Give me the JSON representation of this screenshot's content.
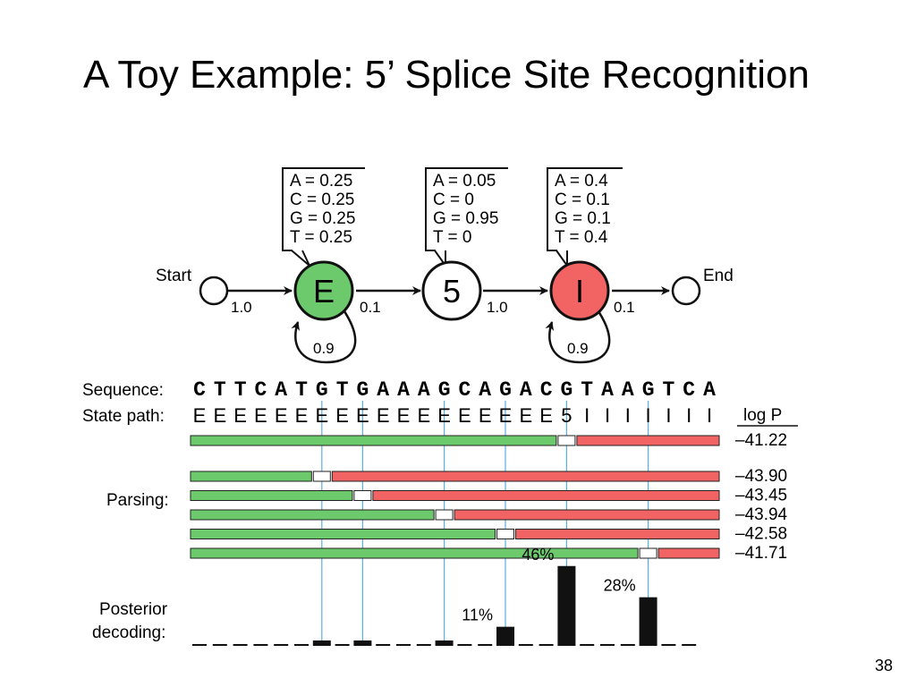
{
  "slide": {
    "title": "A Toy Example: 5’ Splice Site Recognition",
    "page_number": "38"
  },
  "colors": {
    "exon": "#6cc96c",
    "intron": "#f26464",
    "guide": "#5aaee6",
    "ink": "#111111"
  },
  "model": {
    "start_label": "Start",
    "end_label": "End",
    "states": [
      {
        "id": "E",
        "label": "E",
        "fill": "#6cc96c",
        "emissions": [
          "A = 0.25",
          "C = 0.25",
          "G = 0.25",
          "T = 0.25"
        ]
      },
      {
        "id": "5",
        "label": "5",
        "fill": "#ffffff",
        "emissions": [
          "A = 0.05",
          "C = 0",
          "G = 0.95",
          "T = 0"
        ]
      },
      {
        "id": "I",
        "label": "I",
        "fill": "#f26464",
        "emissions": [
          "A = 0.4",
          "C = 0.1",
          "G = 0.1",
          "T = 0.4"
        ]
      }
    ],
    "transitions": {
      "start_to_E": "1.0",
      "E_to_5": "0.1",
      "5_to_I": "1.0",
      "I_to_end": "0.1",
      "E_self": "0.9",
      "I_self": "0.9"
    }
  },
  "sequence": {
    "label": "Sequence:",
    "bases": [
      "C",
      "T",
      "T",
      "C",
      "A",
      "T",
      "G",
      "T",
      "G",
      "A",
      "A",
      "A",
      "G",
      "C",
      "A",
      "G",
      "A",
      "C",
      "G",
      "T",
      "A",
      "A",
      "G",
      "T",
      "C",
      "A"
    ]
  },
  "state_path": {
    "label": "State path:",
    "states": [
      "E",
      "E",
      "E",
      "E",
      "E",
      "E",
      "E",
      "E",
      "E",
      "E",
      "E",
      "E",
      "E",
      "E",
      "E",
      "E",
      "E",
      "E",
      "5",
      "I",
      "I",
      "I",
      "I",
      "I",
      "I",
      "I"
    ]
  },
  "parsing": {
    "label": "Parsing:",
    "logp_header": "log P",
    "best": {
      "split_index": 18,
      "logp": "–41.22"
    },
    "alternatives": [
      {
        "split_index": 6,
        "logp": "–43.90"
      },
      {
        "split_index": 8,
        "logp": "–43.45"
      },
      {
        "split_index": 12,
        "logp": "–43.94"
      },
      {
        "split_index": 15,
        "logp": "–42.58"
      },
      {
        "split_index": 22,
        "logp": "–41.71"
      }
    ]
  },
  "posterior": {
    "label_line1": "Posterior",
    "label_line2": "decoding:",
    "g_positions": [
      6,
      8,
      12,
      15,
      18,
      22
    ],
    "values": [
      0.01,
      0.015,
      0.01,
      0.11,
      0.46,
      0.28
    ],
    "labels": [
      "",
      "",
      "",
      "11%",
      "46%",
      "28%"
    ]
  }
}
